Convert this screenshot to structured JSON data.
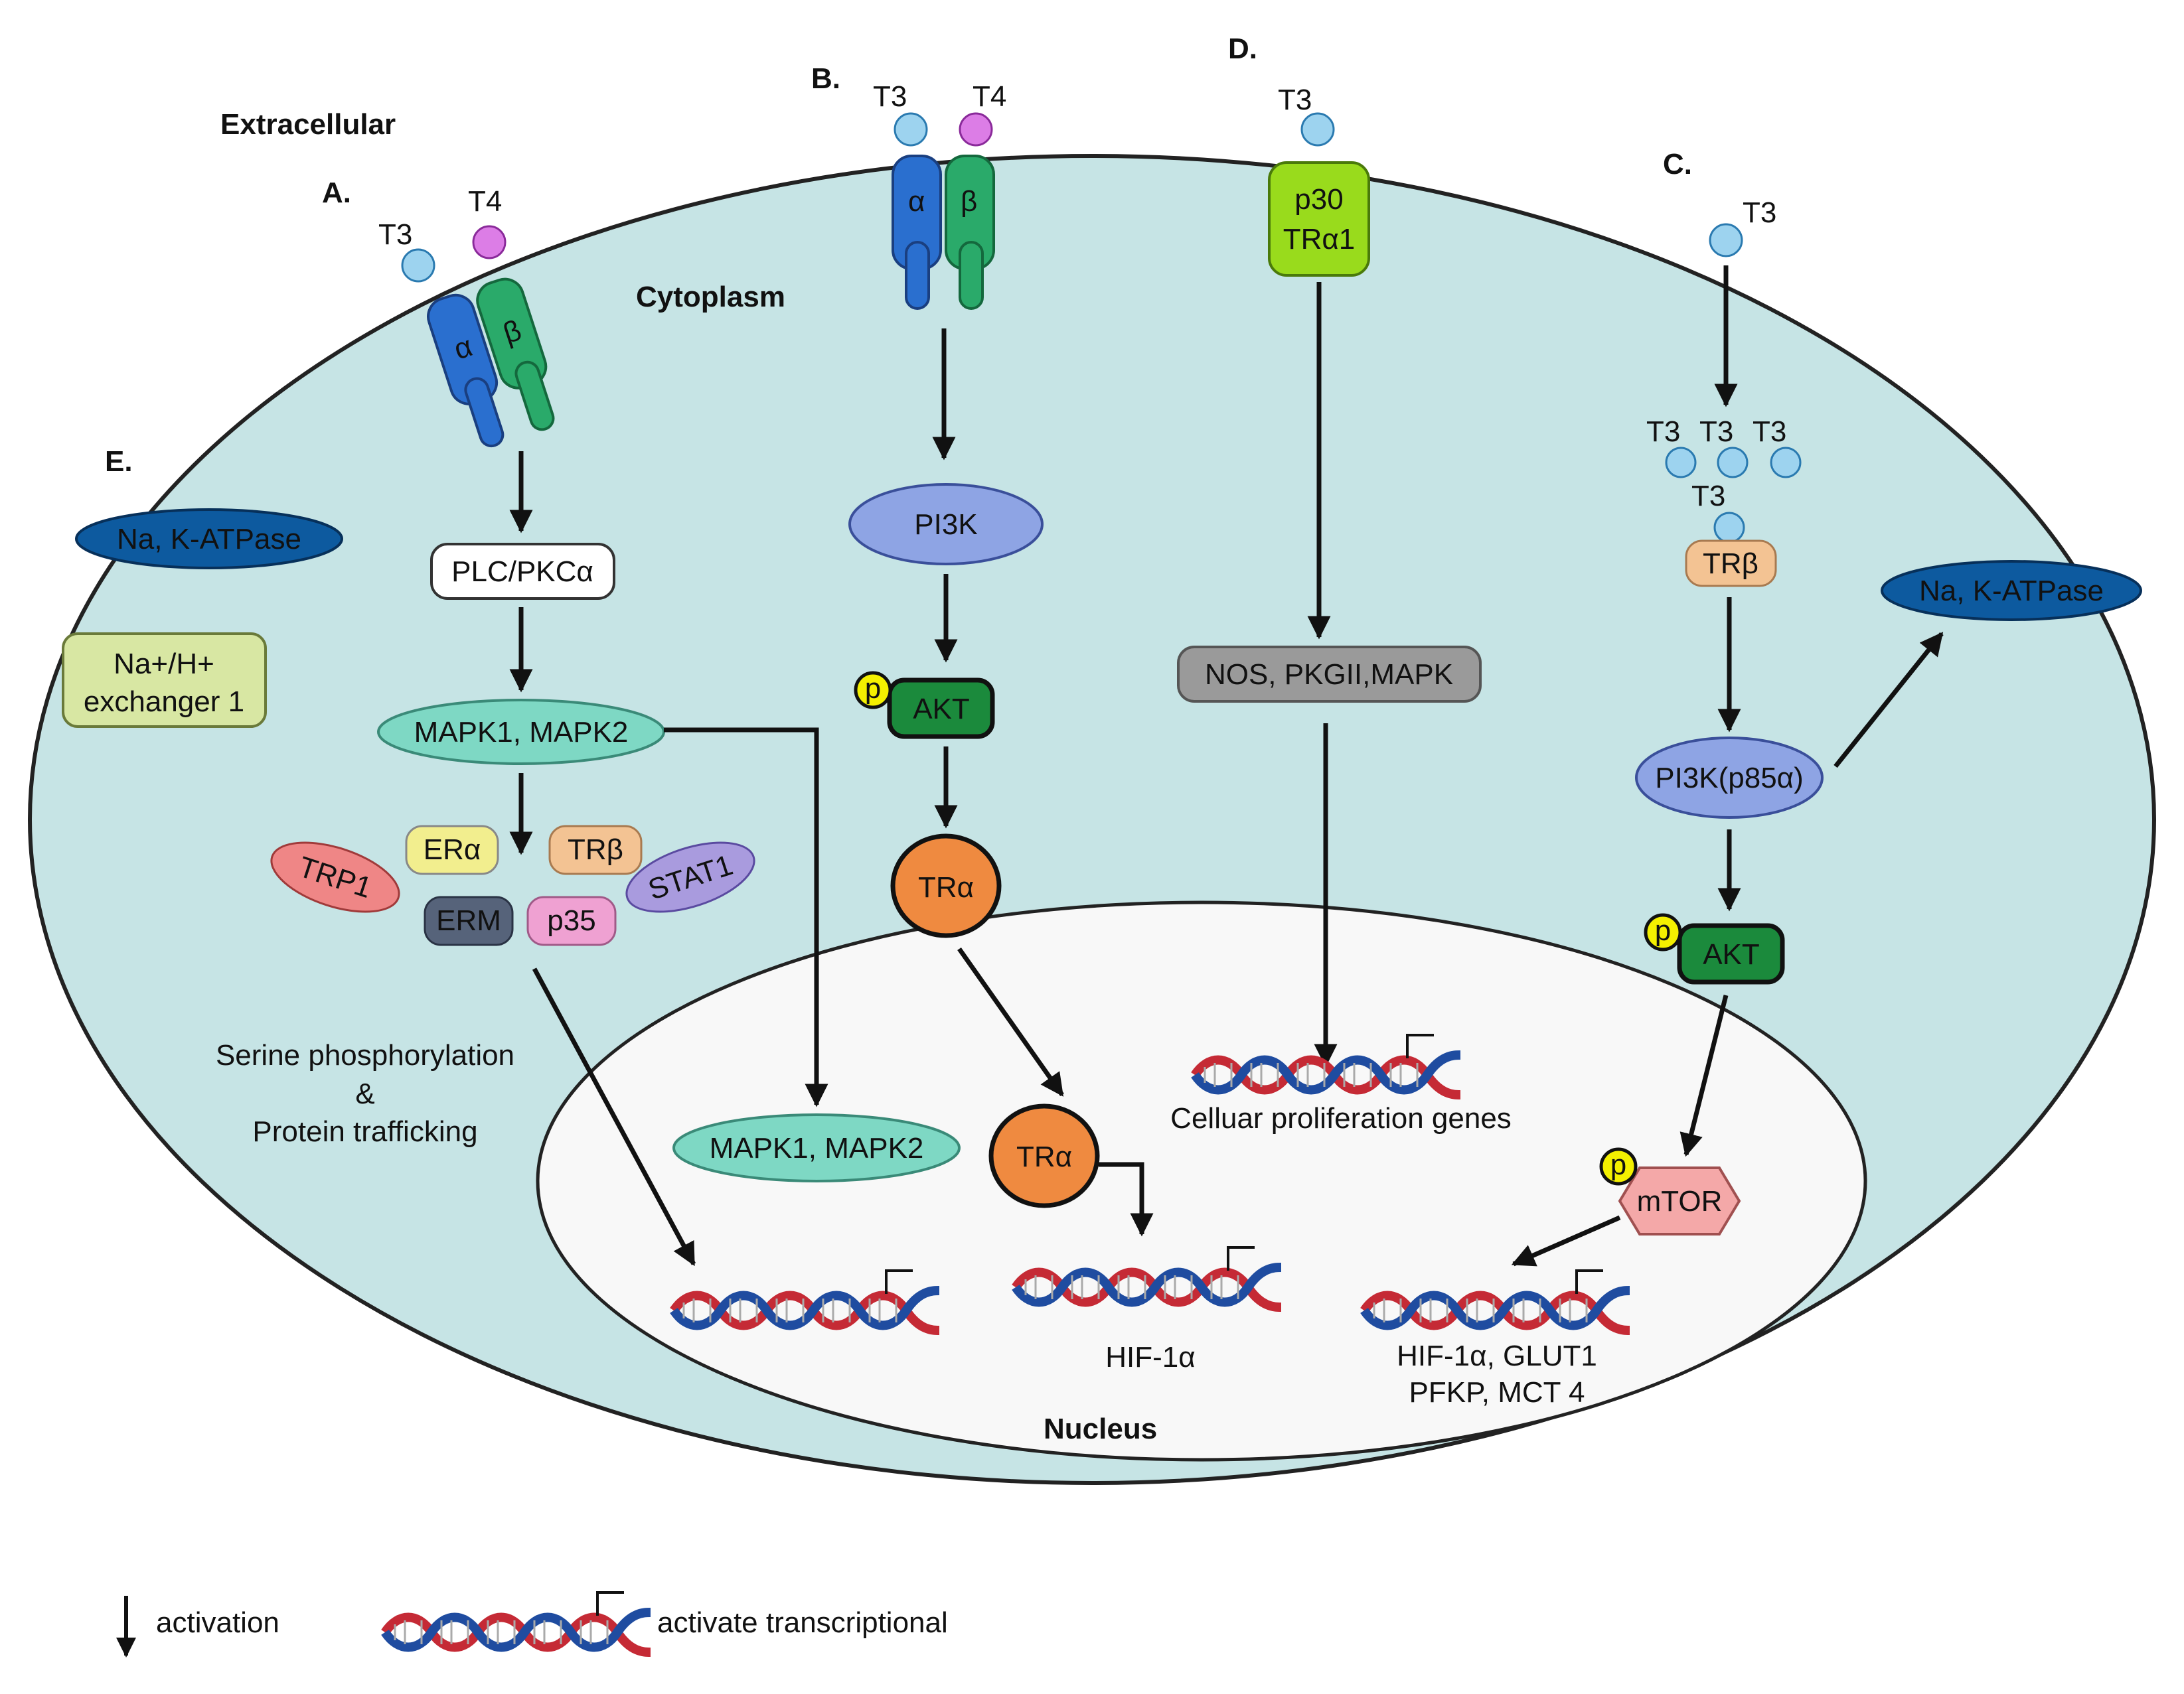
{
  "regions": {
    "extracellular": "Extracellular",
    "cytoplasm": "Cytoplasm",
    "nucleus": "Nucleus"
  },
  "panels": {
    "a": "A.",
    "b": "B.",
    "c": "C.",
    "d": "D.",
    "e": "E."
  },
  "ligands": {
    "t3": "T3",
    "t4": "T4"
  },
  "integrin": {
    "alpha": "α",
    "beta": "β"
  },
  "pathway_a": {
    "plc": "PLC/PKCα",
    "mapk": "MAPK1, MAPK2",
    "era": "ERα",
    "trb": "TRβ",
    "trp1": "TRP1",
    "stat1": "STAT1",
    "erm": "ERM",
    "p35": "p35",
    "note_line1": "Serine phosphorylation",
    "note_line2": "&",
    "note_line3": "Protein trafficking",
    "nuclear_mapk": "MAPK1, MAPK2"
  },
  "pathway_b": {
    "pi3k": "PI3K",
    "akt": "AKT",
    "p": "p",
    "tra": "TRα",
    "tra_nuclear": "TRα",
    "target": "HIF-1α"
  },
  "pathway_d": {
    "receptor_line1": "p30",
    "receptor_line2": "TRα1",
    "effectors": "NOS, PKGII,MAPK",
    "target": "Celluar proliferation genes"
  },
  "pathway_c": {
    "trb": "TRβ",
    "pi3k": "PI3K(p85α)",
    "atpase": "Na, K-ATPase",
    "akt": "AKT",
    "p": "p",
    "mtor": "mTOR",
    "target_line1": "HIF-1α, GLUT1",
    "target_line2": "PFKP, MCT 4"
  },
  "pathway_e": {
    "atpase": "Na, K-ATPase",
    "exchanger_line1": "Na+/H+",
    "exchanger_line2": "exchanger 1"
  },
  "legend": {
    "activation": "activation",
    "transcription": "activate transcriptional"
  },
  "colors": {
    "cell": "#c6e4e5",
    "nucleus": "#f8f8f8",
    "t3": "#9dd3ef",
    "t4": "#dc7de6",
    "integrin_alpha": "#2a6fcf",
    "integrin_beta": "#2aaa6a",
    "pi3k": "#8ea4e4",
    "akt": "#1b8a3c",
    "phospho": "#f4f000",
    "tra": "#ef8a40",
    "trb": "#f3c393",
    "mapk": "#7ed8c4",
    "era": "#f2ee8e",
    "trp1": "#ef8686",
    "stat1": "#a99bde",
    "erm": "#56637a",
    "p35": "#efa1d2",
    "p30": "#99db1c",
    "effectors": "#9a9a9a",
    "mtor": "#f4a8a8",
    "atpase": "#0d5a9f",
    "exchanger": "#d8e7a3",
    "dna_red": "#c52a35",
    "dna_blue": "#1f4ca0"
  }
}
